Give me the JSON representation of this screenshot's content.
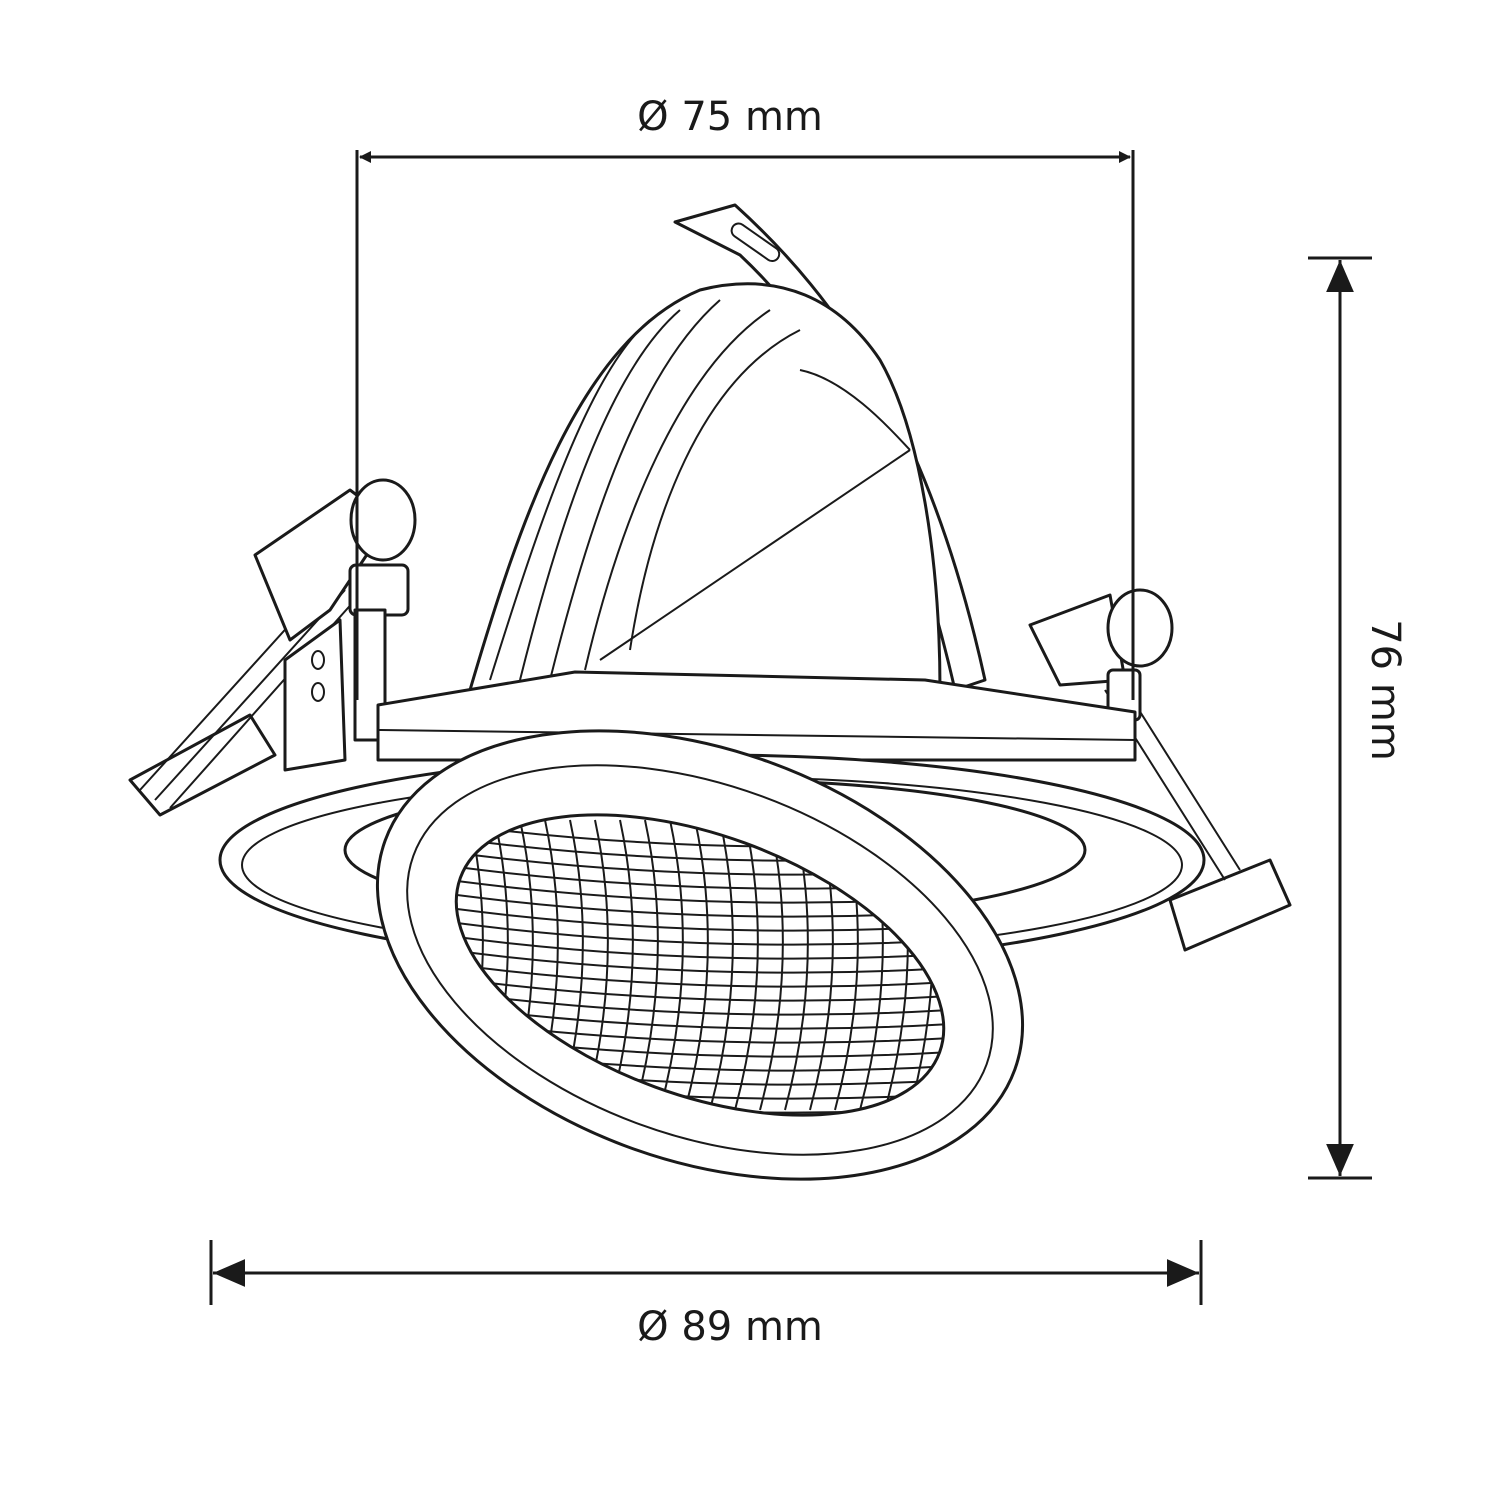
{
  "dimensions": {
    "top_width": "Ø 75 mm",
    "height": "76 mm",
    "bottom_width": "Ø 89 mm"
  },
  "colors": {
    "line": "#1a1a1a",
    "background": "#ffffff"
  }
}
